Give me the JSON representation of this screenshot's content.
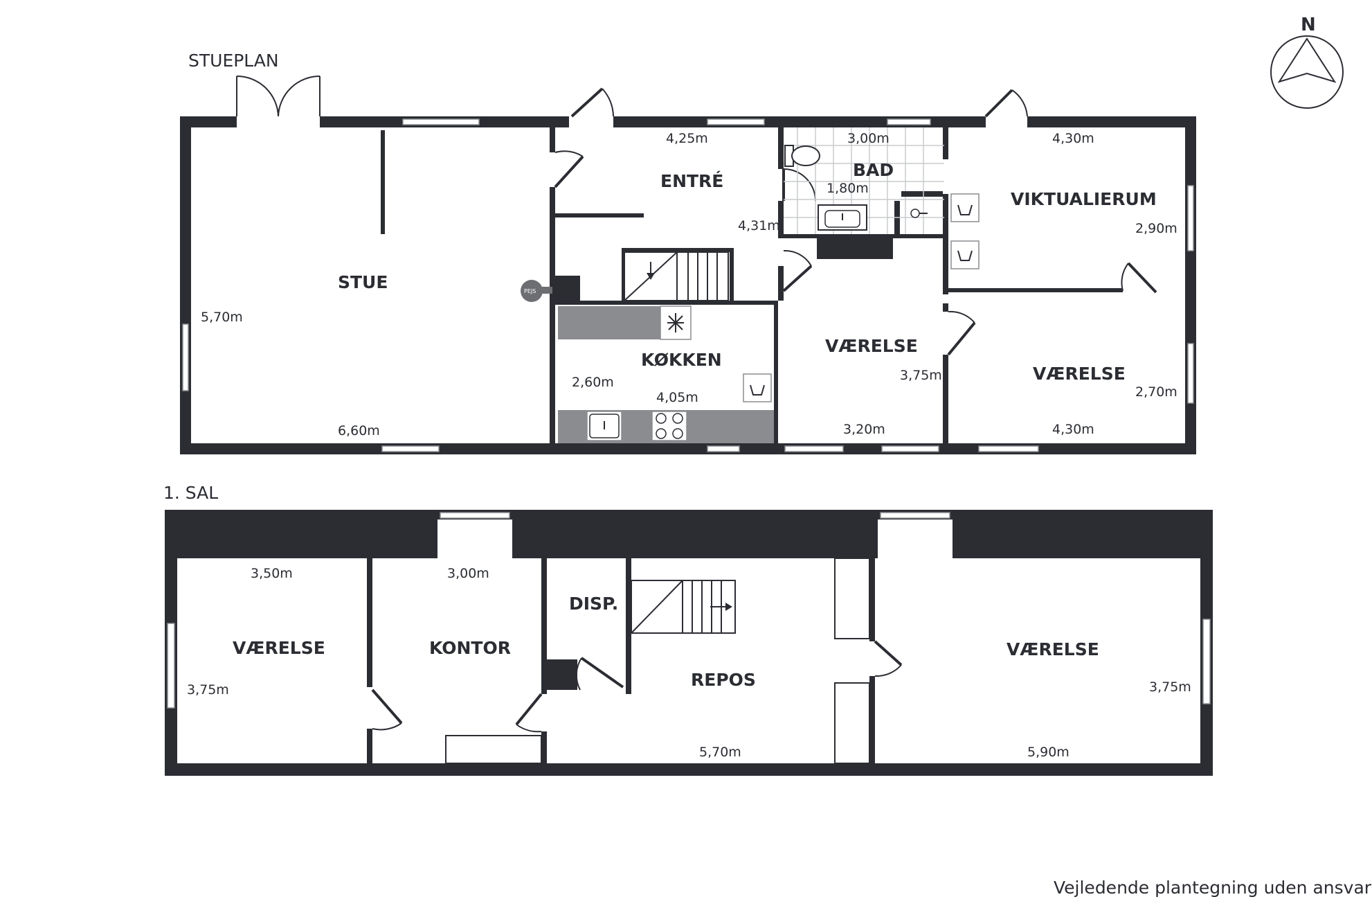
{
  "floors": {
    "ground_label": "STUEPLAN",
    "upper_label": "1. SAL"
  },
  "ground_rooms": {
    "stue": "STUE",
    "entre": "ENTRÉ",
    "bad": "BAD",
    "viktualierum": "VIKTUALIERUM",
    "koekken": "KØKKEN",
    "vaerelse_mid": "VÆRELSE",
    "vaerelse_right": "VÆRELSE"
  },
  "ground_dims": {
    "stue_h": "5,70m",
    "stue_w": "6,60m",
    "entre_w": "4,25m",
    "entre_h": "4,31m",
    "bad_w": "3,00m",
    "bad_h": "1,80m",
    "vikt_w": "4,30m",
    "vikt_h": "2,90m",
    "koekken_h": "2,60m",
    "koekken_w": "4,05m",
    "vaer_mid_h": "3,75m",
    "vaer_mid_w": "3,20m",
    "vaer_right_h": "2,70m",
    "vaer_right_w": "4,30m"
  },
  "upper_rooms": {
    "vaerelse_left": "VÆRELSE",
    "kontor": "KONTOR",
    "disp": "DISP.",
    "repos": "REPOS",
    "vaerelse_right": "VÆRELSE"
  },
  "upper_dims": {
    "vaer_left_w": "3,50m",
    "vaer_left_h": "3,75m",
    "kontor_w": "3,00m",
    "repos_w": "5,70m",
    "vaer_right_w": "5,90m",
    "vaer_right_h": "3,75m"
  },
  "fixtures": {
    "pejs": "PEJS"
  },
  "compass": "N",
  "disclaimer": "Vejledende plantegning uden ansvar"
}
